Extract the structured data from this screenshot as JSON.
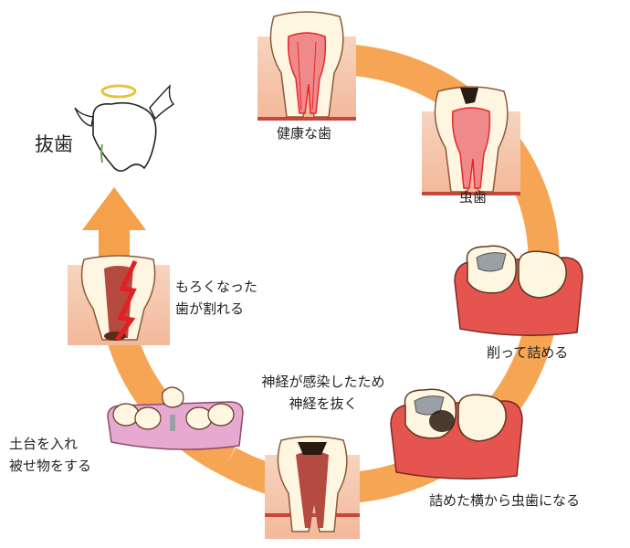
{
  "stages": [
    {
      "id": "healthy",
      "label": "健康な歯"
    },
    {
      "id": "cavity",
      "label": "虫歯"
    },
    {
      "id": "filling",
      "label": "削って詰める"
    },
    {
      "id": "secondary",
      "label": "詰めた横から虫歯になる"
    },
    {
      "id": "root-canal",
      "lines": [
        "神経が感染したため",
        "神経を抜く"
      ]
    },
    {
      "id": "crown",
      "lines": [
        "土台を入れ",
        "被せ物をする"
      ]
    },
    {
      "id": "fracture",
      "lines": [
        "もろくなった",
        "歯が割れる"
      ]
    },
    {
      "id": "extraction",
      "label": "抜歯"
    }
  ],
  "colors": {
    "cycle_arrow": "#F5A04B",
    "gum": "#E6544F",
    "gum_light": "#F6C6A8",
    "enamel": "#FFF6E2",
    "pulp": "#E8272B",
    "decay": "#2A1A12",
    "metal": "#9AA0A6",
    "crack": "#E31E24"
  }
}
